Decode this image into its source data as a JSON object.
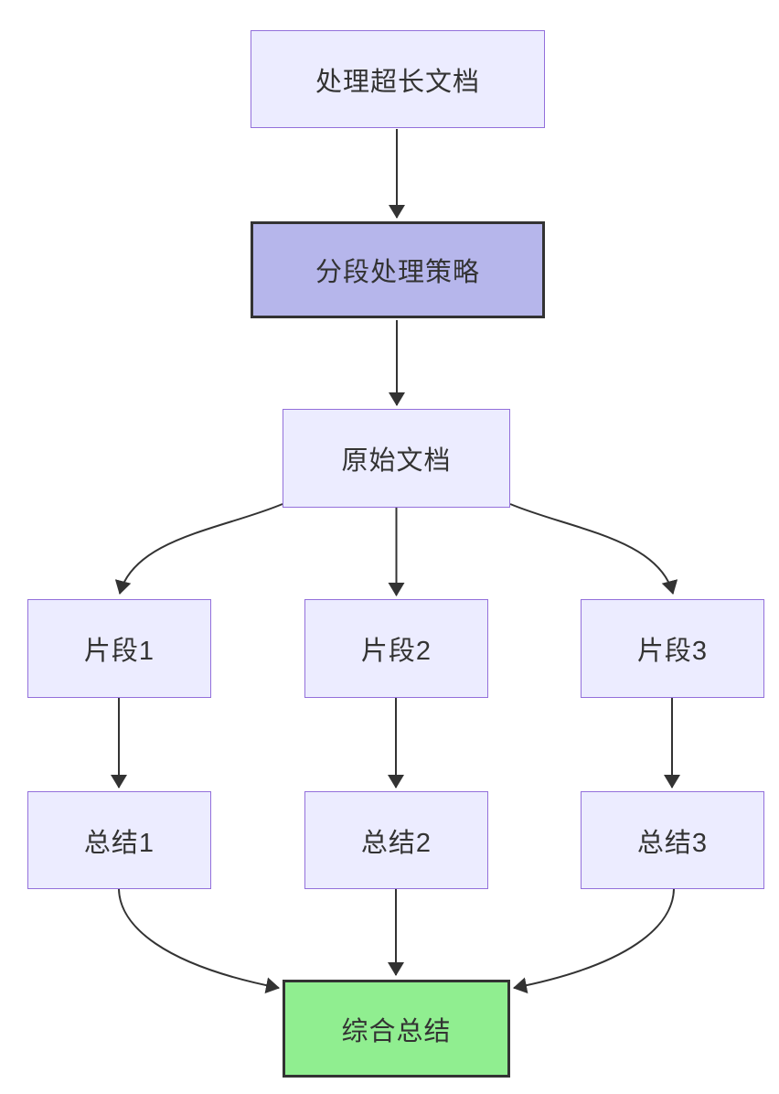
{
  "diagram": {
    "type": "flowchart",
    "direction": "top-down",
    "nodes": [
      {
        "id": "A",
        "label": "处理超长文档",
        "style": "default"
      },
      {
        "id": "B",
        "label": "分段处理策略",
        "style": "emphasis"
      },
      {
        "id": "C",
        "label": "原始文档",
        "style": "default"
      },
      {
        "id": "D1",
        "label": "片段1",
        "style": "default"
      },
      {
        "id": "D2",
        "label": "片段2",
        "style": "default"
      },
      {
        "id": "D3",
        "label": "片段3",
        "style": "default"
      },
      {
        "id": "S1",
        "label": "总结1",
        "style": "default"
      },
      {
        "id": "S2",
        "label": "总结2",
        "style": "default"
      },
      {
        "id": "S3",
        "label": "总结3",
        "style": "default"
      },
      {
        "id": "F",
        "label": "综合总结",
        "style": "result"
      }
    ],
    "edges": [
      {
        "from": "A",
        "to": "B"
      },
      {
        "from": "B",
        "to": "C"
      },
      {
        "from": "C",
        "to": "D1"
      },
      {
        "from": "C",
        "to": "D2"
      },
      {
        "from": "C",
        "to": "D3"
      },
      {
        "from": "D1",
        "to": "S1"
      },
      {
        "from": "D2",
        "to": "S2"
      },
      {
        "from": "D3",
        "to": "S3"
      },
      {
        "from": "S1",
        "to": "F"
      },
      {
        "from": "S2",
        "to": "F"
      },
      {
        "from": "S3",
        "to": "F"
      }
    ],
    "colors": {
      "default_fill": "#ececff",
      "default_border": "#9370db",
      "emphasis_fill": "#b6b6eb",
      "emphasis_border": "#333333",
      "result_fill": "#90ee90",
      "result_border": "#333333",
      "edge_stroke": "#333333",
      "text": "#333333",
      "background": "#ffffff"
    }
  }
}
